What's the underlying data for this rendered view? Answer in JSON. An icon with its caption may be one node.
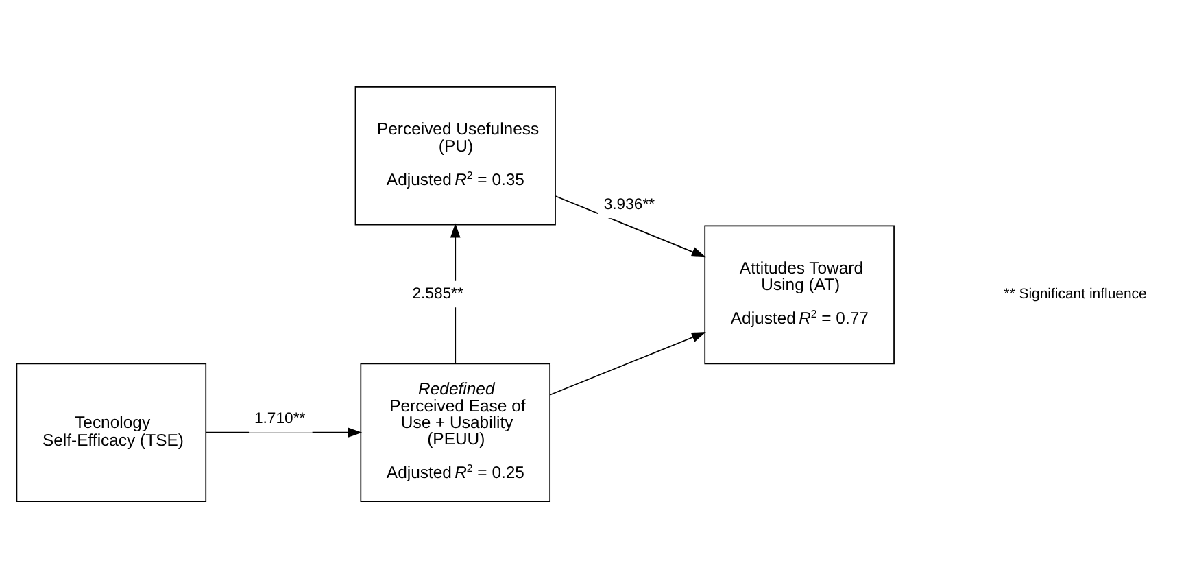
{
  "diagram": {
    "nodes": [
      {
        "text": [
          "Tecnology Self-Efficacy (TSE)"
        ]
      },
      {
        "text": [
          "Perceived Usefulness (PU)",
          "Adjusted *R*$^{2}$ = 0.35"
        ]
      },
      {
        "text": [
          "*Redefined* Perceived Ease of Use + Usability (PEUU)",
          "Adjusted *R*$^{2}$ = 0.25"
        ]
      },
      {
        "text": [
          "Attitudes Toward Using (AT)",
          "Adjusted *R*$^{2}$ = 0.77"
        ]
      }
    ],
    "edges": [
      {
        "from": 0,
        "to": 2,
        "arrow": "to",
        "label": "1.710**"
      },
      {
        "from": 2,
        "to": 1,
        "arrow": "to",
        "label": "2.585**"
      },
      {
        "from": 1,
        "to": 3,
        "arrow": "to",
        "label": "3.936**"
      },
      {
        "from": 2,
        "to": 3,
        "arrow": "to"
      }
    ],
    "labels": [
      "** Significant influence"
    ]
  }
}
